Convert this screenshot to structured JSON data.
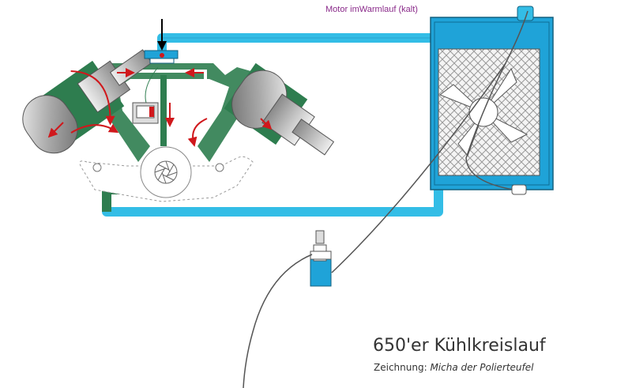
{
  "diagram": {
    "state_label": "Motor imWarmlauf (kalt)",
    "title": "650'er Kühlkreislauf",
    "credit_prefix": "Zeichnung:",
    "credit_author": "Micha der Polierteufel"
  },
  "colors": {
    "coolant_pipe": "#33bde6",
    "engine_water_jacket": "#2e7d4f",
    "radiator_body": "#1fa3d8",
    "flow_arrow": "#d0181c",
    "cylinder_gray": "#9a9a9a"
  },
  "icons": [
    "fan-icon",
    "thermostat-icon",
    "water-pump-icon",
    "expansion-tank-icon",
    "temperature-sensor-icon"
  ]
}
